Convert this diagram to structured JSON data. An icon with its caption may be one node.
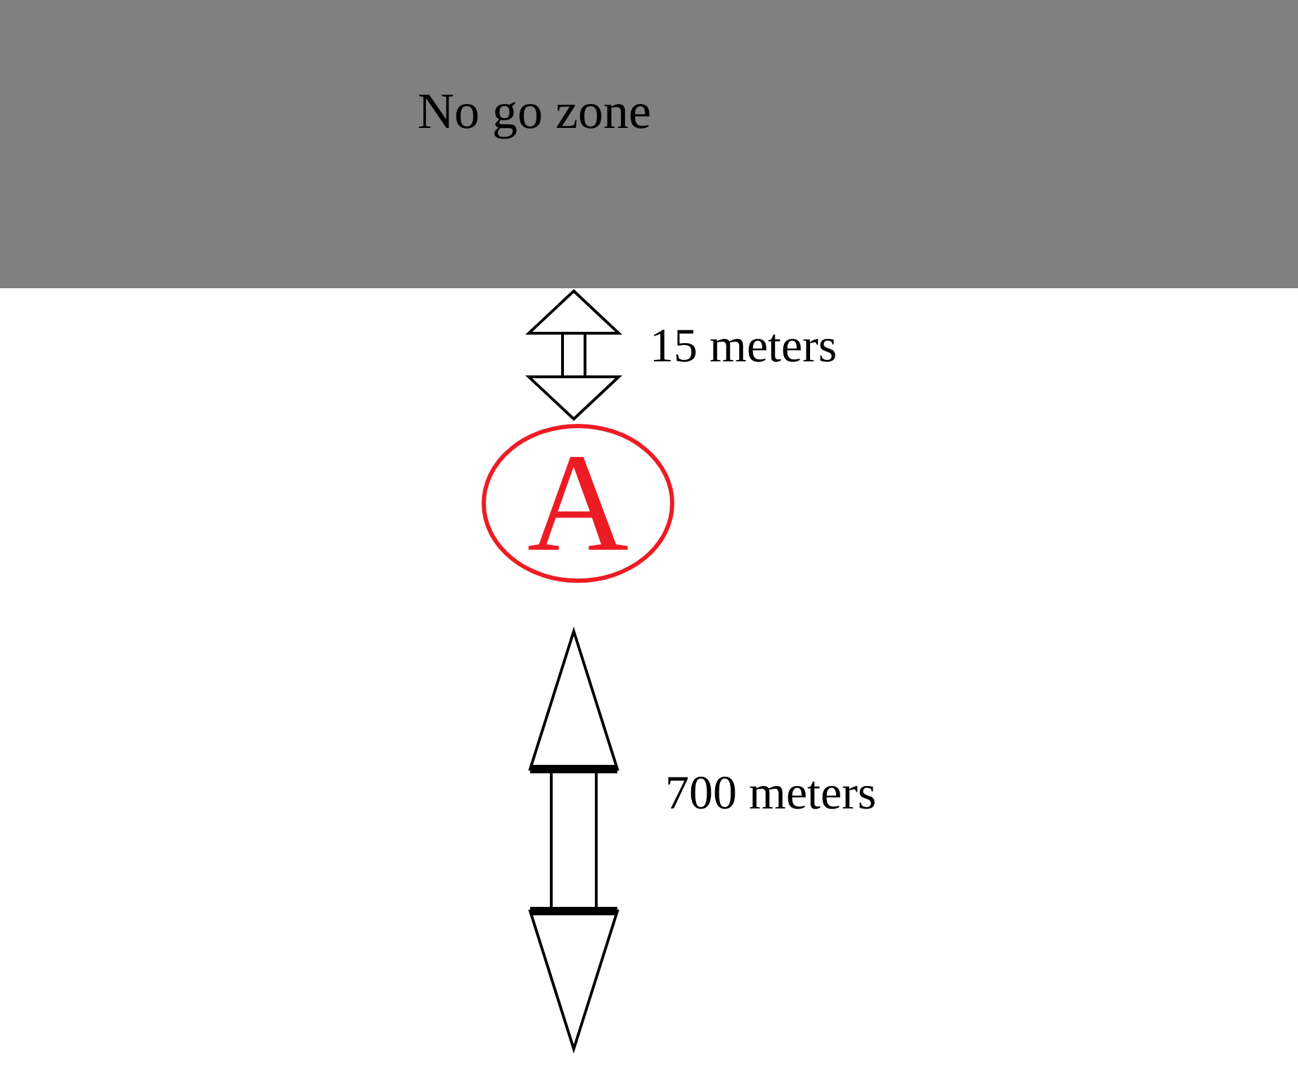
{
  "diagram": {
    "nodes": [
      {
        "text": [
          "No go zone"
        ]
      },
      {
        "text": [
          "A"
        ]
      }
    ],
    "labels": [
      "15 meters",
      "700 meters"
    ]
  }
}
